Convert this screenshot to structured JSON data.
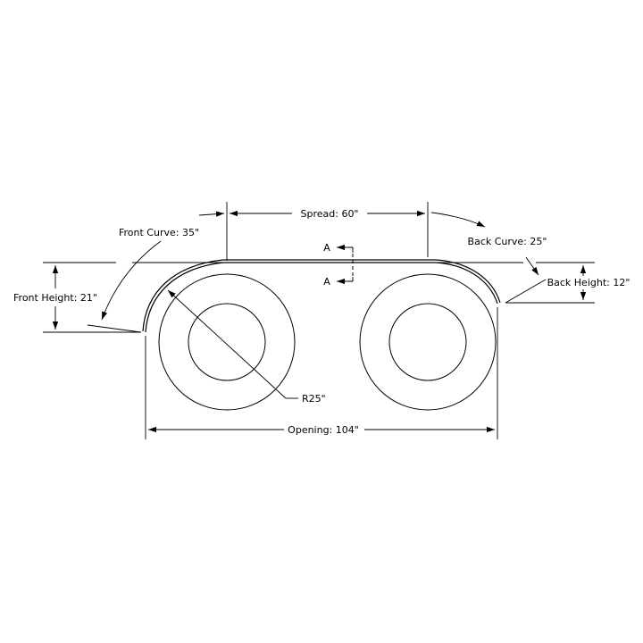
{
  "labels": {
    "spread": "Spread: 60\"",
    "front_curve": "Front Curve: 35\"",
    "back_curve": "Back Curve: 25\"",
    "front_height": "Front Height: 21\"",
    "back_height": "Back Height: 12\"",
    "radius": "R25\"",
    "opening": "Opening: 104\"",
    "section_top": "A",
    "section_bottom": "A"
  }
}
